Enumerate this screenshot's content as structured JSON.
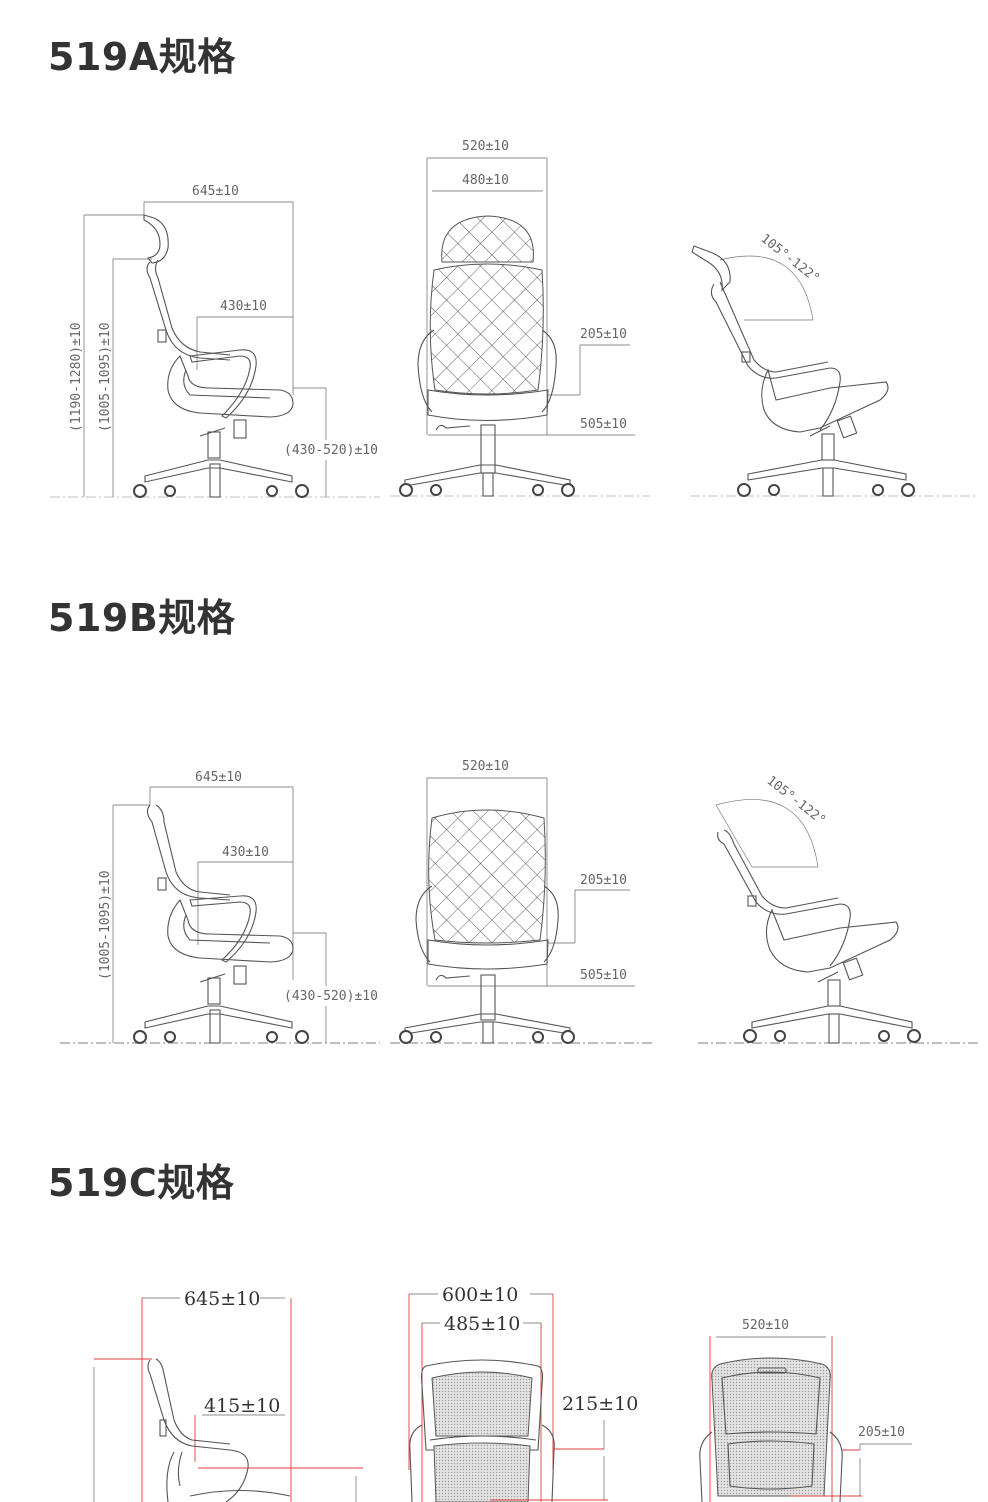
{
  "sections": [
    {
      "title": "519A规格",
      "side": {
        "depth": "645±10",
        "seat_depth": "430±10",
        "height_total": "(1190-1280)±10",
        "height_back": "(1005-1095)±10",
        "seat_height": "(430-520)±10"
      },
      "front": {
        "width_outer": "520±10",
        "width_inner": "480±10",
        "armrest_height": "205±10",
        "seat_width": "505±10"
      },
      "recline": {
        "angle": "105°-122°"
      }
    },
    {
      "title": "519B规格",
      "side": {
        "depth": "645±10",
        "seat_depth": "430±10",
        "height_back": "(1005-1095)±10",
        "seat_height": "(430-520)±10"
      },
      "front": {
        "width_outer": "520±10",
        "armrest_height": "205±10",
        "seat_width": "505±10"
      },
      "recline": {
        "angle": "105°-122°"
      }
    },
    {
      "title": "519C规格",
      "side": {
        "depth": "645±10",
        "seat_depth": "415±10"
      },
      "front": {
        "width_outer": "600±10",
        "width_inner": "485±10",
        "armrest_height": "215±10"
      },
      "back": {
        "width": "520±10",
        "armrest_height": "205±10"
      }
    }
  ],
  "colors": {
    "title": "#333333",
    "line": "#555555",
    "dimension_red": "#e23b3b",
    "background": "#ffffff"
  }
}
